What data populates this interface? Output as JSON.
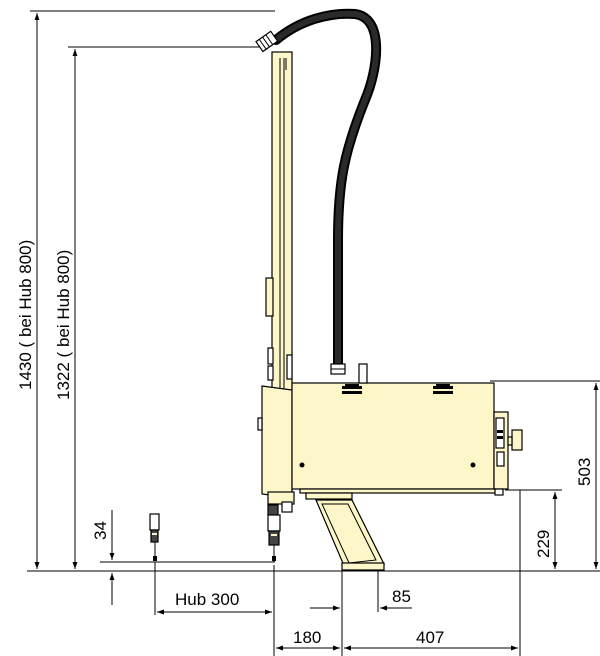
{
  "dimensions": {
    "total_height": "1430",
    "total_height_note": "( bei Hub 800)",
    "column_height": "1322",
    "column_height_note": "( bei Hub 800)",
    "base_offset": "34",
    "stroke": "Hub 300",
    "base_to_column": "180",
    "unit_length": "407",
    "slide_offset": "85",
    "unit_height": "503",
    "slide_height": "229"
  },
  "colors": {
    "body": "#fdf6c8",
    "outline": "#000000",
    "background": "#ffffff"
  }
}
